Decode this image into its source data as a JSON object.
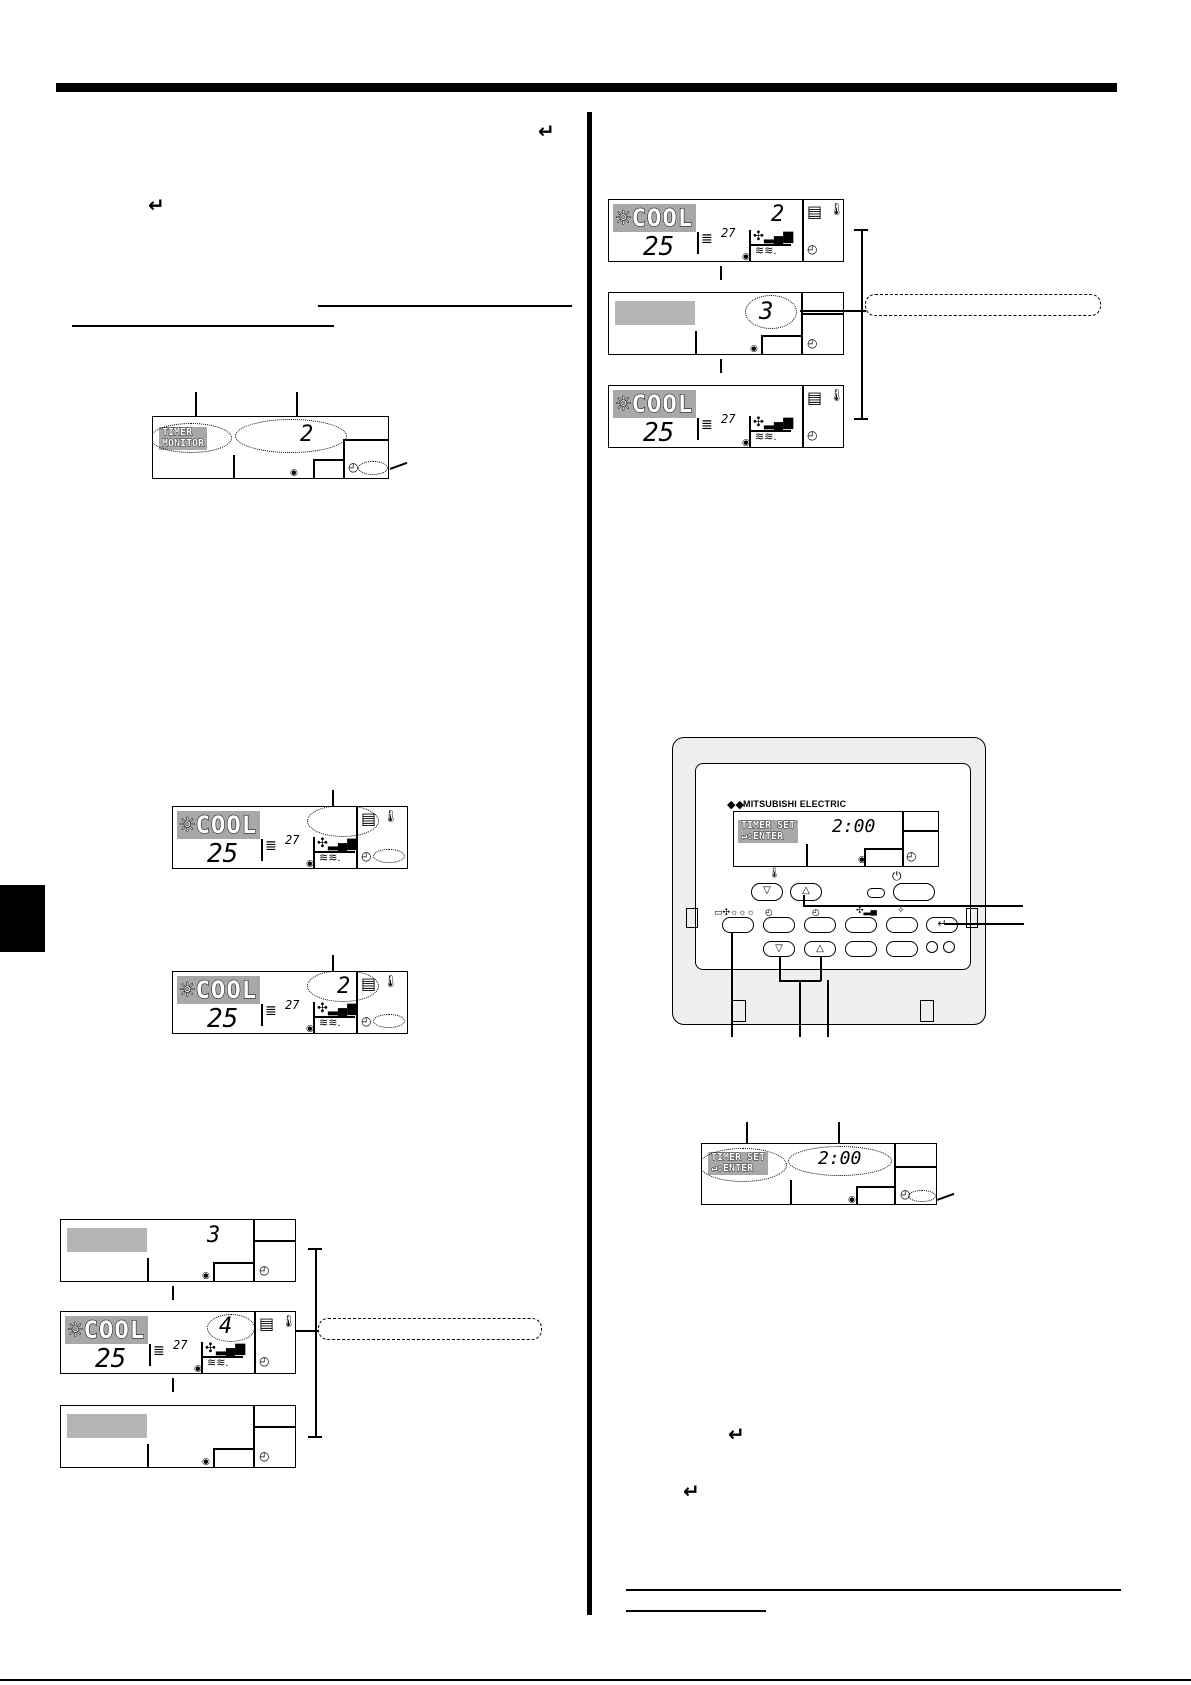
{
  "symbols": {
    "enter": "↵",
    "clock": "◴",
    "updown_down": "▽",
    "updown_up": "△"
  },
  "brand": "MITSUBISHI ELECTRIC",
  "displays": {
    "mode": "COOL",
    "set_temp": "25",
    "room_temp": "27",
    "timer_monitor": "TIMER MONITOR",
    "timer_monitor_l1": "TIMER",
    "timer_monitor_l2": "MONITOR",
    "timer_set_l1": "TIMER SET",
    "timer_set_l2": "↵:ENTER",
    "time_value": "2:00",
    "n2": "2",
    "n3": "3",
    "n4": "4"
  },
  "colors": {
    "text": "#000000",
    "lcd_highlight": "#a8a8a8",
    "panel_bg": "#efefef"
  }
}
